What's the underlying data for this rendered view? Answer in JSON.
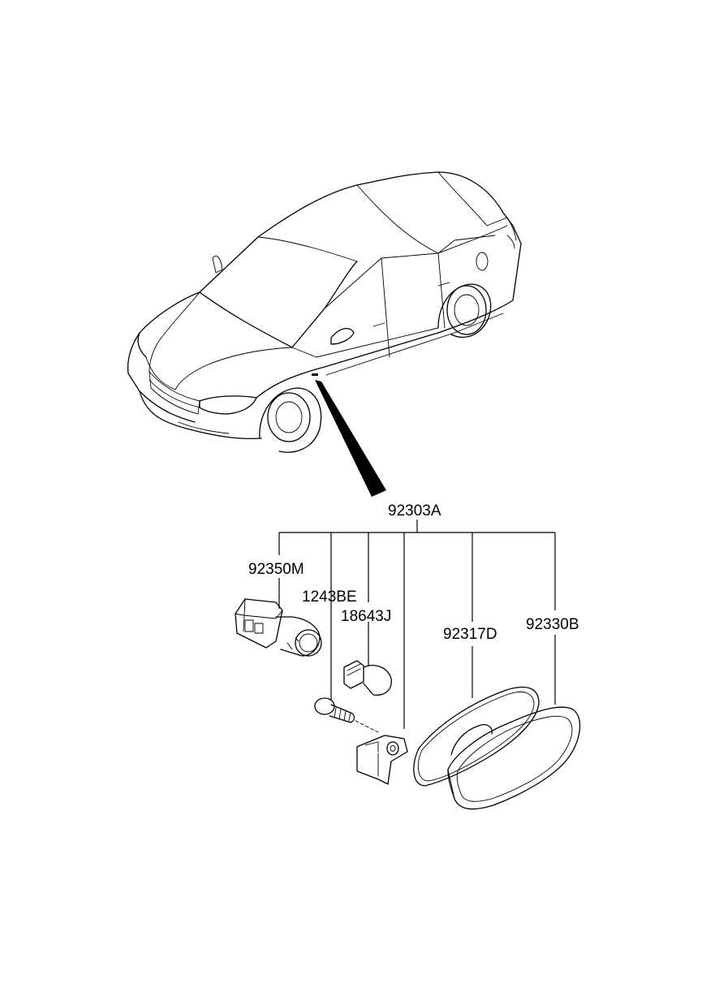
{
  "diagram": {
    "assembly_label": "92303A",
    "parts": [
      {
        "key": "side_repeater_socket",
        "part_number": "92350M"
      },
      {
        "key": "screw",
        "part_number": "1243BE"
      },
      {
        "key": "bulb",
        "part_number": "18643J"
      },
      {
        "key": "gasket",
        "part_number": "92317D"
      },
      {
        "key": "lens_housing",
        "part_number": "92330B"
      }
    ]
  }
}
